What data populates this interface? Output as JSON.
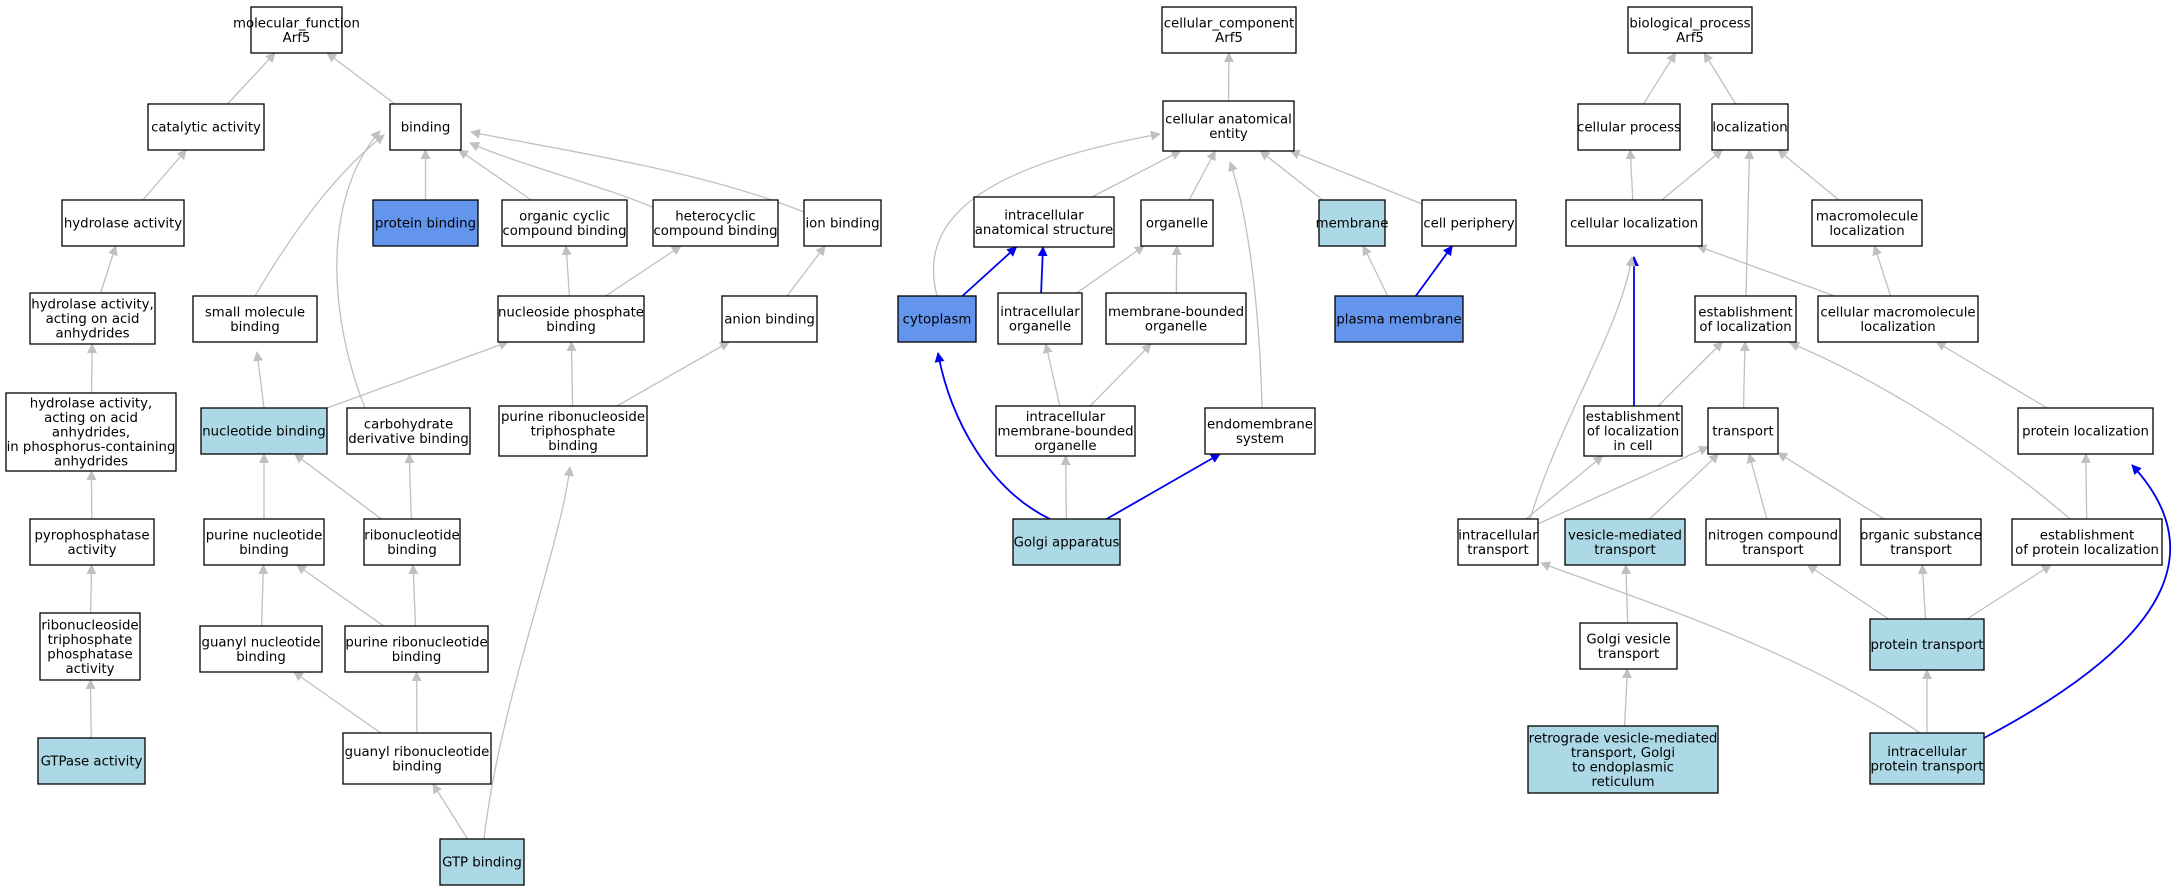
{
  "colors": {
    "default": "#ffffff",
    "annotated": "#add8e6",
    "highlight": "#6495ed",
    "edge_default": "#c0c0c0",
    "edge_highlight": "#0000ee",
    "border": "#000000"
  },
  "nodes": [
    {
      "id": "mf",
      "lines": [
        "molecular_function",
        "Arf5"
      ],
      "style": "default"
    },
    {
      "id": "catalytic",
      "lines": [
        "catalytic activity"
      ],
      "style": "default"
    },
    {
      "id": "binding",
      "lines": [
        "binding"
      ],
      "style": "default"
    },
    {
      "id": "hydrolase",
      "lines": [
        "hydrolase activity"
      ],
      "style": "default"
    },
    {
      "id": "protbind",
      "lines": [
        "protein binding"
      ],
      "style": "highlight"
    },
    {
      "id": "orgcyc",
      "lines": [
        "organic cyclic",
        "compound binding"
      ],
      "style": "default"
    },
    {
      "id": "hetero",
      "lines": [
        "heterocyclic",
        "compound binding"
      ],
      "style": "default"
    },
    {
      "id": "ionbind",
      "lines": [
        "ion binding"
      ],
      "style": "default"
    },
    {
      "id": "hydacid",
      "lines": [
        "hydrolase activity,",
        "acting on acid",
        "anhydrides"
      ],
      "style": "default"
    },
    {
      "id": "smallmol",
      "lines": [
        "small molecule",
        "binding"
      ],
      "style": "default"
    },
    {
      "id": "nucphos",
      "lines": [
        "nucleoside phosphate",
        "binding"
      ],
      "style": "default"
    },
    {
      "id": "anion",
      "lines": [
        "anion binding"
      ],
      "style": "default"
    },
    {
      "id": "hydphos",
      "lines": [
        "hydrolase activity,",
        "acting on acid",
        "anhydrides,",
        "in phosphorus-containing",
        "anhydrides"
      ],
      "style": "default"
    },
    {
      "id": "nucbind",
      "lines": [
        "nucleotide binding"
      ],
      "style": "annotated"
    },
    {
      "id": "carbo",
      "lines": [
        "carbohydrate",
        "derivative binding"
      ],
      "style": "default"
    },
    {
      "id": "purribotri",
      "lines": [
        "purine ribonucleoside",
        "triphosphate",
        "binding"
      ],
      "style": "default"
    },
    {
      "id": "pyro",
      "lines": [
        "pyrophosphatase",
        "activity"
      ],
      "style": "default"
    },
    {
      "id": "purnuc",
      "lines": [
        "purine nucleotide",
        "binding"
      ],
      "style": "default"
    },
    {
      "id": "ribonuc",
      "lines": [
        "ribonucleotide",
        "binding"
      ],
      "style": "default"
    },
    {
      "id": "ntpase",
      "lines": [
        "ribonucleoside",
        "triphosphate",
        "phosphatase",
        "activity"
      ],
      "style": "default"
    },
    {
      "id": "guanyl",
      "lines": [
        "guanyl nucleotide",
        "binding"
      ],
      "style": "default"
    },
    {
      "id": "purribo",
      "lines": [
        "purine ribonucleotide",
        "binding"
      ],
      "style": "default"
    },
    {
      "id": "gtpase",
      "lines": [
        "GTPase activity"
      ],
      "style": "annotated"
    },
    {
      "id": "guanylribo",
      "lines": [
        "guanyl ribonucleotide",
        "binding"
      ],
      "style": "default"
    },
    {
      "id": "gtpbind",
      "lines": [
        "GTP binding"
      ],
      "style": "annotated"
    },
    {
      "id": "cc",
      "lines": [
        "cellular_component",
        "Arf5"
      ],
      "style": "default"
    },
    {
      "id": "cae",
      "lines": [
        "cellular anatomical",
        "entity"
      ],
      "style": "default"
    },
    {
      "id": "ias",
      "lines": [
        "intracellular",
        "anatomical structure"
      ],
      "style": "default"
    },
    {
      "id": "organelle",
      "lines": [
        "organelle"
      ],
      "style": "default"
    },
    {
      "id": "membrane",
      "lines": [
        "membrane"
      ],
      "style": "annotated"
    },
    {
      "id": "periphery",
      "lines": [
        "cell periphery"
      ],
      "style": "default"
    },
    {
      "id": "cytoplasm",
      "lines": [
        "cytoplasm"
      ],
      "style": "highlight"
    },
    {
      "id": "intorg",
      "lines": [
        "intracellular",
        "organelle"
      ],
      "style": "default"
    },
    {
      "id": "mborg",
      "lines": [
        "membrane-bounded",
        "organelle"
      ],
      "style": "default"
    },
    {
      "id": "pm",
      "lines": [
        "plasma membrane"
      ],
      "style": "highlight"
    },
    {
      "id": "imbo",
      "lines": [
        "intracellular",
        "membrane-bounded",
        "organelle"
      ],
      "style": "default"
    },
    {
      "id": "endo",
      "lines": [
        "endomembrane",
        "system"
      ],
      "style": "default"
    },
    {
      "id": "golgi",
      "lines": [
        "Golgi apparatus"
      ],
      "style": "annotated"
    },
    {
      "id": "bp",
      "lines": [
        "biological_process",
        "Arf5"
      ],
      "style": "default"
    },
    {
      "id": "cellproc",
      "lines": [
        "cellular process"
      ],
      "style": "default"
    },
    {
      "id": "loc",
      "lines": [
        "localization"
      ],
      "style": "default"
    },
    {
      "id": "cellloc",
      "lines": [
        "cellular localization"
      ],
      "style": "default"
    },
    {
      "id": "macroloc",
      "lines": [
        "macromolecule",
        "localization"
      ],
      "style": "default"
    },
    {
      "id": "estloc",
      "lines": [
        "establishment",
        "of localization"
      ],
      "style": "default"
    },
    {
      "id": "cellmacro",
      "lines": [
        "cellular macromolecule",
        "localization"
      ],
      "style": "default"
    },
    {
      "id": "estlocell",
      "lines": [
        "establishment",
        "of localization",
        "in cell"
      ],
      "style": "default"
    },
    {
      "id": "transport",
      "lines": [
        "transport"
      ],
      "style": "default"
    },
    {
      "id": "protloc",
      "lines": [
        "protein localization"
      ],
      "style": "default"
    },
    {
      "id": "inttrans",
      "lines": [
        "intracellular",
        "transport"
      ],
      "style": "default"
    },
    {
      "id": "vesicle",
      "lines": [
        "vesicle-mediated",
        "transport"
      ],
      "style": "annotated"
    },
    {
      "id": "nitro",
      "lines": [
        "nitrogen compound",
        "transport"
      ],
      "style": "default"
    },
    {
      "id": "orgsub",
      "lines": [
        "organic substance",
        "transport"
      ],
      "style": "default"
    },
    {
      "id": "estprot",
      "lines": [
        "establishment",
        "of protein localization"
      ],
      "style": "default"
    },
    {
      "id": "golgives",
      "lines": [
        "Golgi vesicle",
        "transport"
      ],
      "style": "default"
    },
    {
      "id": "prottrans",
      "lines": [
        "protein transport"
      ],
      "style": "annotated"
    },
    {
      "id": "retro",
      "lines": [
        "retrograde vesicle-mediated",
        "transport, Golgi",
        "to endoplasmic",
        "reticulum"
      ],
      "style": "annotated"
    },
    {
      "id": "intprot",
      "lines": [
        "intracellular",
        "protein transport"
      ],
      "style": "annotated"
    }
  ],
  "edges": [
    {
      "from": "catalytic",
      "to": "mf"
    },
    {
      "from": "binding",
      "to": "mf"
    },
    {
      "from": "hydrolase",
      "to": "catalytic"
    },
    {
      "from": "protbind",
      "to": "binding"
    },
    {
      "from": "orgcyc",
      "to": "binding"
    },
    {
      "from": "hetero",
      "to": "binding"
    },
    {
      "from": "ionbind",
      "to": "binding"
    },
    {
      "from": "smallmol",
      "to": "binding"
    },
    {
      "from": "carbo",
      "to": "binding"
    },
    {
      "from": "hydacid",
      "to": "hydrolase"
    },
    {
      "from": "hydphos",
      "to": "hydacid"
    },
    {
      "from": "pyro",
      "to": "hydphos"
    },
    {
      "from": "ntpase",
      "to": "pyro"
    },
    {
      "from": "gtpase",
      "to": "ntpase"
    },
    {
      "from": "nucphos",
      "to": "orgcyc"
    },
    {
      "from": "nucphos",
      "to": "hetero"
    },
    {
      "from": "anion",
      "to": "ionbind"
    },
    {
      "from": "nucbind",
      "to": "smallmol"
    },
    {
      "from": "nucbind",
      "to": "nucphos"
    },
    {
      "from": "purribotri",
      "to": "nucphos"
    },
    {
      "from": "purribotri",
      "to": "anion"
    },
    {
      "from": "purnuc",
      "to": "nucbind"
    },
    {
      "from": "ribonuc",
      "to": "nucbind"
    },
    {
      "from": "ribonuc",
      "to": "carbo"
    },
    {
      "from": "guanyl",
      "to": "purnuc"
    },
    {
      "from": "purribo",
      "to": "purnuc"
    },
    {
      "from": "purribo",
      "to": "ribonuc"
    },
    {
      "from": "guanylribo",
      "to": "guanyl"
    },
    {
      "from": "guanylribo",
      "to": "purribo"
    },
    {
      "from": "gtpbind",
      "to": "guanylribo"
    },
    {
      "from": "gtpbind",
      "to": "purribotri"
    },
    {
      "from": "cae",
      "to": "cc"
    },
    {
      "from": "ias",
      "to": "cae"
    },
    {
      "from": "organelle",
      "to": "cae"
    },
    {
      "from": "membrane",
      "to": "cae"
    },
    {
      "from": "periphery",
      "to": "cae"
    },
    {
      "from": "cytoplasm",
      "to": "cae"
    },
    {
      "from": "endo",
      "to": "cae"
    },
    {
      "from": "cytoplasm",
      "to": "ias",
      "style": "highlight"
    },
    {
      "from": "intorg",
      "to": "ias",
      "style": "highlight"
    },
    {
      "from": "intorg",
      "to": "organelle"
    },
    {
      "from": "mborg",
      "to": "organelle"
    },
    {
      "from": "pm",
      "to": "membrane"
    },
    {
      "from": "pm",
      "to": "periphery",
      "style": "highlight"
    },
    {
      "from": "imbo",
      "to": "intorg"
    },
    {
      "from": "imbo",
      "to": "mborg"
    },
    {
      "from": "golgi",
      "to": "imbo"
    },
    {
      "from": "golgi",
      "to": "cytoplasm",
      "style": "highlight"
    },
    {
      "from": "golgi",
      "to": "endo",
      "style": "highlight"
    },
    {
      "from": "cellproc",
      "to": "bp"
    },
    {
      "from": "loc",
      "to": "bp"
    },
    {
      "from": "cellloc",
      "to": "cellproc"
    },
    {
      "from": "cellloc",
      "to": "loc"
    },
    {
      "from": "macroloc",
      "to": "loc"
    },
    {
      "from": "estloc",
      "to": "loc"
    },
    {
      "from": "cellmacro",
      "to": "cellloc"
    },
    {
      "from": "cellmacro",
      "to": "macroloc"
    },
    {
      "from": "estlocell",
      "to": "cellloc",
      "style": "highlight"
    },
    {
      "from": "estlocell",
      "to": "estloc"
    },
    {
      "from": "transport",
      "to": "estloc"
    },
    {
      "from": "protloc",
      "to": "cellmacro"
    },
    {
      "from": "inttrans",
      "to": "cellloc"
    },
    {
      "from": "inttrans",
      "to": "estlocell"
    },
    {
      "from": "inttrans",
      "to": "transport"
    },
    {
      "from": "vesicle",
      "to": "transport"
    },
    {
      "from": "nitro",
      "to": "transport"
    },
    {
      "from": "orgsub",
      "to": "transport"
    },
    {
      "from": "estprot",
      "to": "estloc"
    },
    {
      "from": "estprot",
      "to": "protloc"
    },
    {
      "from": "golgives",
      "to": "vesicle"
    },
    {
      "from": "prottrans",
      "to": "nitro"
    },
    {
      "from": "prottrans",
      "to": "orgsub"
    },
    {
      "from": "prottrans",
      "to": "estprot"
    },
    {
      "from": "retro",
      "to": "golgives"
    },
    {
      "from": "intprot",
      "to": "prottrans"
    },
    {
      "from": "intprot",
      "to": "inttrans"
    },
    {
      "from": "intprot",
      "to": "protloc",
      "style": "highlight"
    }
  ]
}
